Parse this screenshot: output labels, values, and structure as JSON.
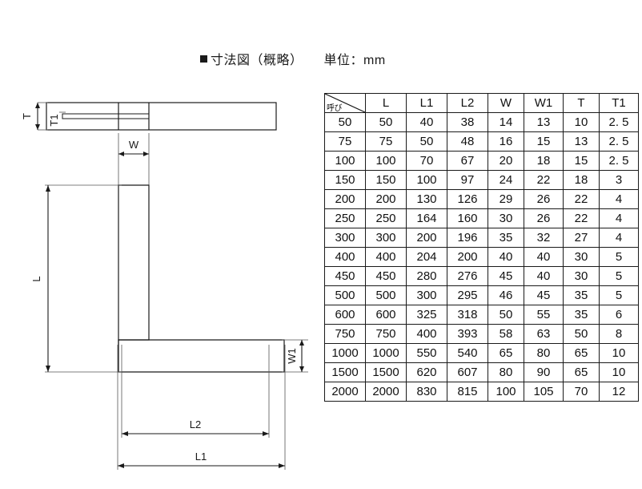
{
  "title": {
    "bullet": "■",
    "main": "寸法図（概略）",
    "unit": "単位：mm"
  },
  "diagram": {
    "name": "dimension-drawing-carpenters-square",
    "labels": {
      "t": "T",
      "t1": "T1",
      "w": "W",
      "w1": "W1",
      "l": "L",
      "l1": "L1",
      "l2": "L2"
    }
  },
  "table": {
    "corner_label": "呼び",
    "columns": [
      "L",
      "L1",
      "L2",
      "W",
      "W1",
      "T",
      "T1"
    ],
    "rows": [
      {
        "size": "50",
        "cells": [
          "50",
          "40",
          "38",
          "14",
          "13",
          "10",
          "2. 5"
        ]
      },
      {
        "size": "75",
        "cells": [
          "75",
          "50",
          "48",
          "16",
          "15",
          "13",
          "2. 5"
        ]
      },
      {
        "size": "100",
        "cells": [
          "100",
          "70",
          "67",
          "20",
          "18",
          "15",
          "2. 5"
        ]
      },
      {
        "size": "150",
        "cells": [
          "150",
          "100",
          "97",
          "24",
          "22",
          "18",
          "3"
        ]
      },
      {
        "size": "200",
        "cells": [
          "200",
          "130",
          "126",
          "29",
          "26",
          "22",
          "4"
        ]
      },
      {
        "size": "250",
        "cells": [
          "250",
          "164",
          "160",
          "30",
          "26",
          "22",
          "4"
        ]
      },
      {
        "size": "300",
        "cells": [
          "300",
          "200",
          "196",
          "35",
          "32",
          "27",
          "4"
        ]
      },
      {
        "size": "400",
        "cells": [
          "400",
          "204",
          "200",
          "40",
          "40",
          "30",
          "5"
        ]
      },
      {
        "size": "450",
        "cells": [
          "450",
          "280",
          "276",
          "45",
          "40",
          "30",
          "5"
        ]
      },
      {
        "size": "500",
        "cells": [
          "500",
          "300",
          "295",
          "46",
          "45",
          "35",
          "5"
        ]
      },
      {
        "size": "600",
        "cells": [
          "600",
          "325",
          "318",
          "50",
          "55",
          "35",
          "6"
        ]
      },
      {
        "size": "750",
        "cells": [
          "750",
          "400",
          "393",
          "58",
          "63",
          "50",
          "8"
        ]
      },
      {
        "size": "1000",
        "cells": [
          "1000",
          "550",
          "540",
          "65",
          "80",
          "65",
          "10"
        ]
      },
      {
        "size": "1500",
        "cells": [
          "1500",
          "620",
          "607",
          "80",
          "90",
          "65",
          "10"
        ]
      },
      {
        "size": "2000",
        "cells": [
          "2000",
          "830",
          "815",
          "100",
          "105",
          "70",
          "12"
        ]
      }
    ]
  },
  "colors": {
    "line": "#1a1a1a",
    "background": "#ffffff"
  }
}
